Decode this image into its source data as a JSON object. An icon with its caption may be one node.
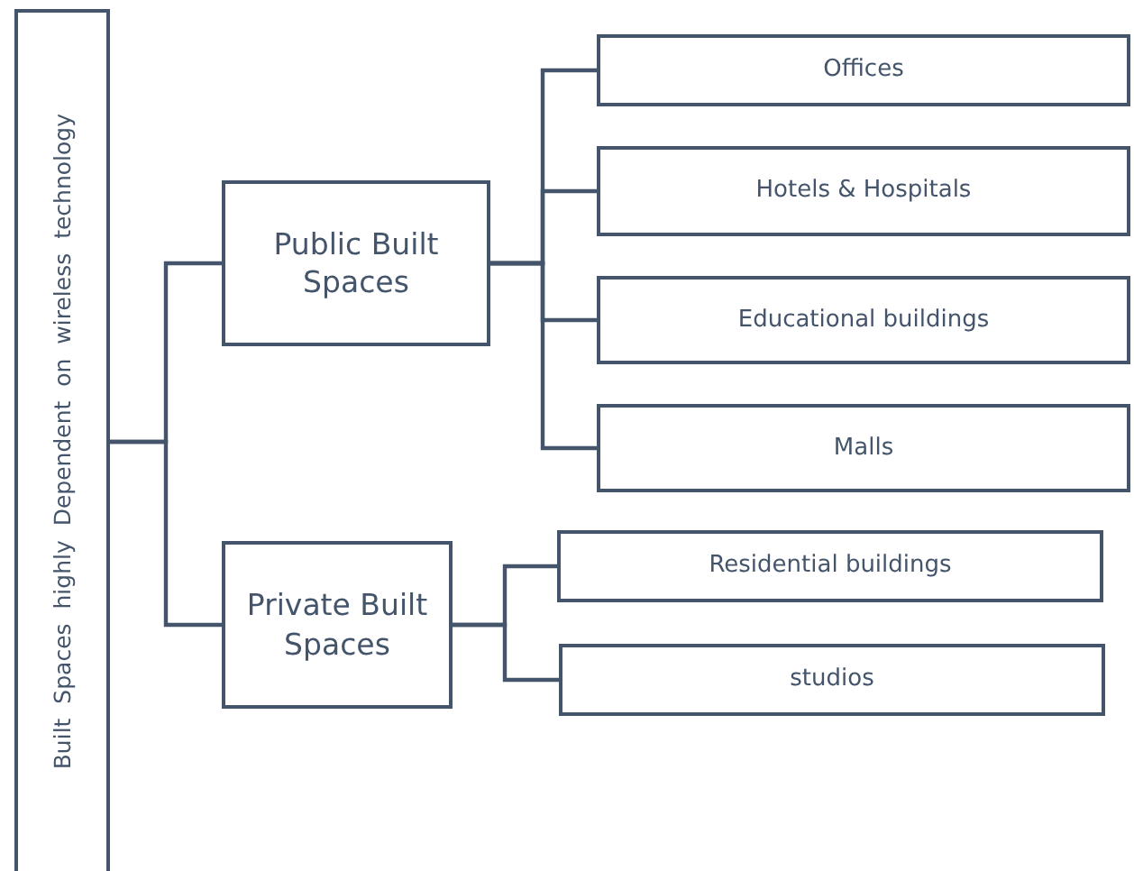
{
  "diagram": {
    "nodes": [
      {
        "text": [
          "Built Spaces highly Dependent on wireless technology"
        ]
      },
      {
        "text": [
          "Public Built Spaces"
        ]
      },
      {
        "text": [
          "Offices"
        ]
      },
      {
        "text": [
          "Hotels & Hospitals"
        ]
      },
      {
        "text": [
          "Educational buildings"
        ]
      },
      {
        "text": [
          "Malls"
        ]
      },
      {
        "text": [
          "Private Built Spaces"
        ]
      },
      {
        "text": [
          "Residential buildings"
        ]
      },
      {
        "text": [
          "studios"
        ]
      }
    ],
    "edges": [
      {
        "from": 0,
        "to": 1,
        "arrow": "none"
      },
      {
        "from": 0,
        "to": 6,
        "arrow": "none"
      },
      {
        "from": 1,
        "to": 2,
        "arrow": "none"
      },
      {
        "from": 1,
        "to": 3,
        "arrow": "none"
      },
      {
        "from": 1,
        "to": 4,
        "arrow": "none"
      },
      {
        "from": 1,
        "to": 5,
        "arrow": "none"
      },
      {
        "from": 6,
        "to": 7,
        "arrow": "none"
      },
      {
        "from": 6,
        "to": 8,
        "arrow": "none"
      }
    ]
  }
}
